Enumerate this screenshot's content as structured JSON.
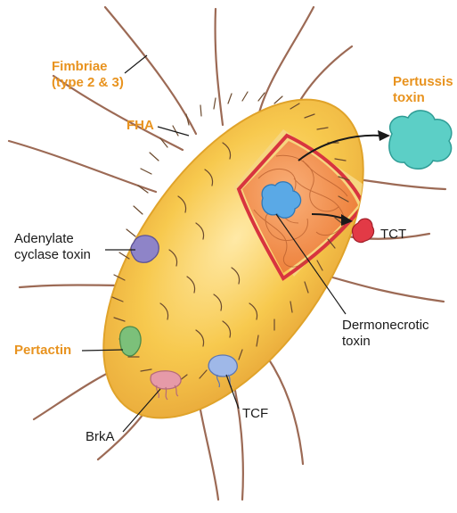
{
  "labels": {
    "fimbriae_line1": "Fimbriae",
    "fimbriae_line2": "(type 2 & 3)",
    "fha": "FHA",
    "pertussis_line1": "Pertussis",
    "pertussis_line2": "toxin",
    "adenylate_line1": "Adenylate",
    "adenylate_line2": "cyclase toxin",
    "tct": "TCT",
    "dermonecrotic_line1": "Dermonecrotic",
    "dermonecrotic_line2": "toxin",
    "pertactin": "Pertactin",
    "brka": "BrkA",
    "tcf": "TCF"
  },
  "colors": {
    "highlight_label": "#e8931f",
    "normal_label": "#1a1a1a",
    "cell_body": "#f7c94e",
    "cell_edge": "#e0a32a",
    "cytoplasm": "#f08a3c",
    "inner_membrane": "#d8343f",
    "flagella": "#9c6a55",
    "pertussis_toxin": "#5ccfc6",
    "tct_molecule": "#e23a46",
    "adenylate_toxin": "#8e84c8",
    "dermonecrotic_toxin": "#5aa9e6",
    "pertactin_protein": "#7cc07a",
    "brka_protein": "#e69aa8",
    "tcf_protein": "#9fb8e8"
  }
}
